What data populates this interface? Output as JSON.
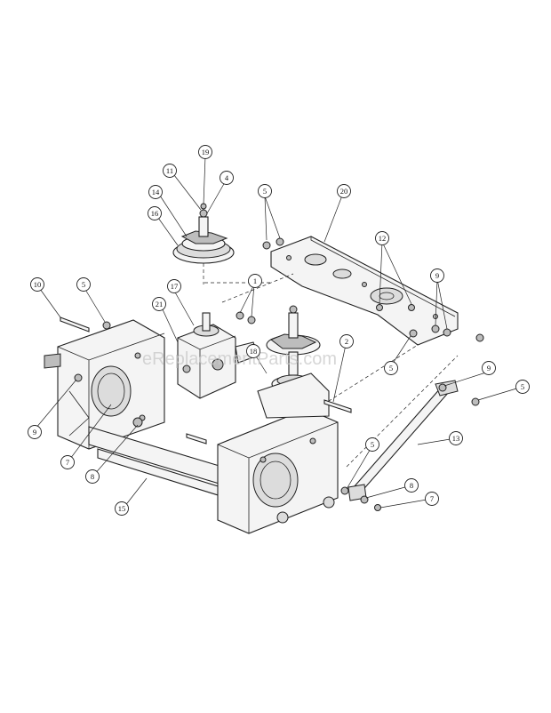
{
  "watermark": "eReplacementParts.com",
  "callouts": [
    {
      "id": "c19",
      "label": "19"
    },
    {
      "id": "c11",
      "label": "11"
    },
    {
      "id": "c4",
      "label": "4"
    },
    {
      "id": "c14",
      "label": "14"
    },
    {
      "id": "c16",
      "label": "16"
    },
    {
      "id": "c5a",
      "label": "5"
    },
    {
      "id": "c20",
      "label": "20"
    },
    {
      "id": "c12",
      "label": "12"
    },
    {
      "id": "c9a",
      "label": "9"
    },
    {
      "id": "c10",
      "label": "10"
    },
    {
      "id": "c5b",
      "label": "5"
    },
    {
      "id": "c17",
      "label": "17"
    },
    {
      "id": "c1",
      "label": "1"
    },
    {
      "id": "c21",
      "label": "21"
    },
    {
      "id": "c2",
      "label": "2"
    },
    {
      "id": "c18",
      "label": "18"
    },
    {
      "id": "c5c",
      "label": "5"
    },
    {
      "id": "c9b",
      "label": "9"
    },
    {
      "id": "c5d",
      "label": "5"
    },
    {
      "id": "c9c",
      "label": "9"
    },
    {
      "id": "c7a",
      "label": "7"
    },
    {
      "id": "c8a",
      "label": "8"
    },
    {
      "id": "c13",
      "label": "13"
    },
    {
      "id": "c15",
      "label": "15"
    },
    {
      "id": "c5e",
      "label": "5"
    },
    {
      "id": "c8b",
      "label": "8"
    },
    {
      "id": "c7b",
      "label": "7"
    }
  ]
}
